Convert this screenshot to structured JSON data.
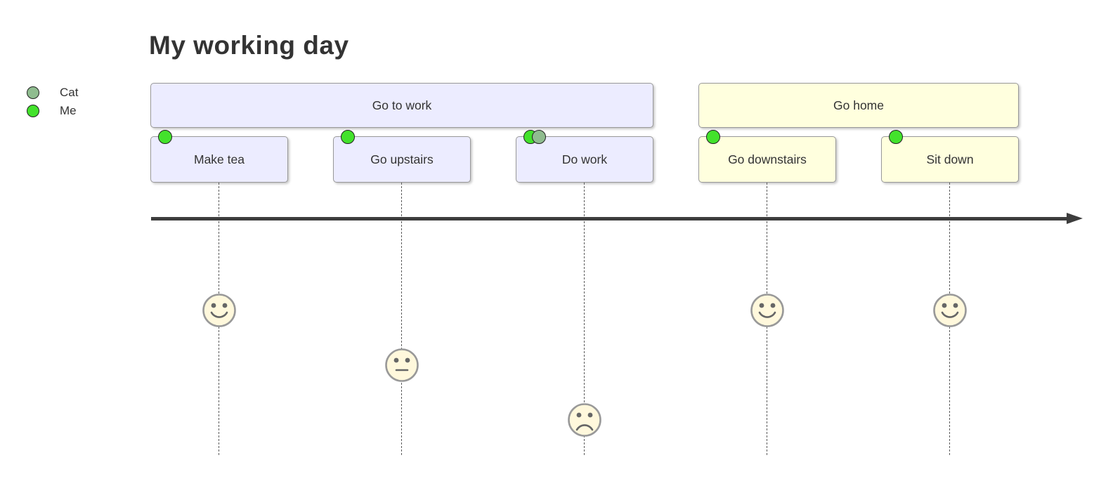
{
  "diagram": {
    "type": "user-journey",
    "title": "My working day",
    "colors": {
      "section_go_to_work_fill": "#ECECFF",
      "section_go_home_fill": "#FFFFDE",
      "box_border": "#999999",
      "face_fill": "#FFF8DC",
      "axis": "#3d3d3d",
      "text": "#333333"
    },
    "legend": {
      "actors": [
        {
          "name": "Cat",
          "color": "#8FBC8F"
        },
        {
          "name": "Me",
          "color": "#43E22C"
        }
      ]
    },
    "sections": [
      {
        "label": "Go to work",
        "fill": "#ECECFF"
      },
      {
        "label": "Go home",
        "fill": "#FFFFDE"
      }
    ],
    "tasks": [
      {
        "label": "Make tea",
        "section": 0,
        "score": 5,
        "actors": [
          "Me"
        ],
        "face": "happy"
      },
      {
        "label": "Go upstairs",
        "section": 0,
        "score": 3,
        "actors": [
          "Me"
        ],
        "face": "neutral"
      },
      {
        "label": "Do work",
        "section": 0,
        "score": 1,
        "actors": [
          "Me",
          "Cat"
        ],
        "face": "sad"
      },
      {
        "label": "Go downstairs",
        "section": 1,
        "score": 5,
        "actors": [
          "Me"
        ],
        "face": "happy"
      },
      {
        "label": "Sit down",
        "section": 1,
        "score": 5,
        "actors": [
          "Me"
        ],
        "face": "happy"
      }
    ]
  }
}
